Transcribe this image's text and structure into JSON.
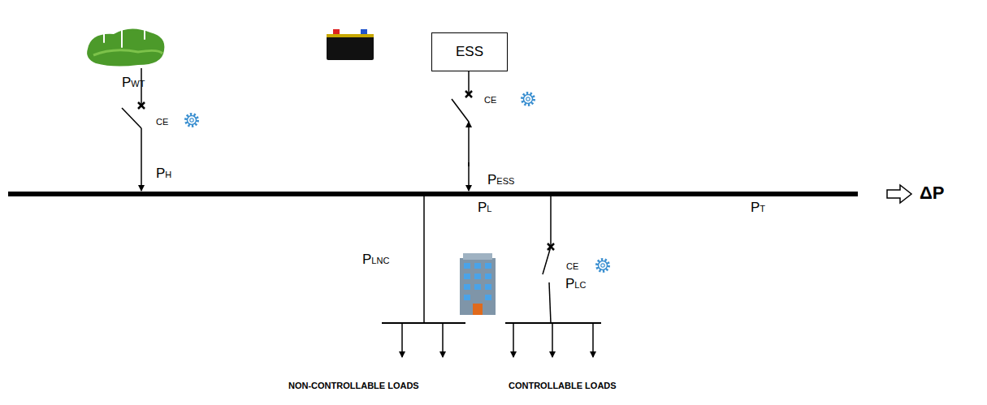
{
  "diagram": {
    "nodes": [
      {
        "text": [
          "ESS"
        ]
      }
    ],
    "labels": [
      "PWT",
      "CE",
      "PH",
      "CE",
      "PESS",
      "PL",
      "PT",
      "ΔP",
      "CE",
      "PLNC",
      "PLC",
      "NON-CONTROLLABLE LOADS",
      "CONTROLLABLE LOADS"
    ]
  }
}
